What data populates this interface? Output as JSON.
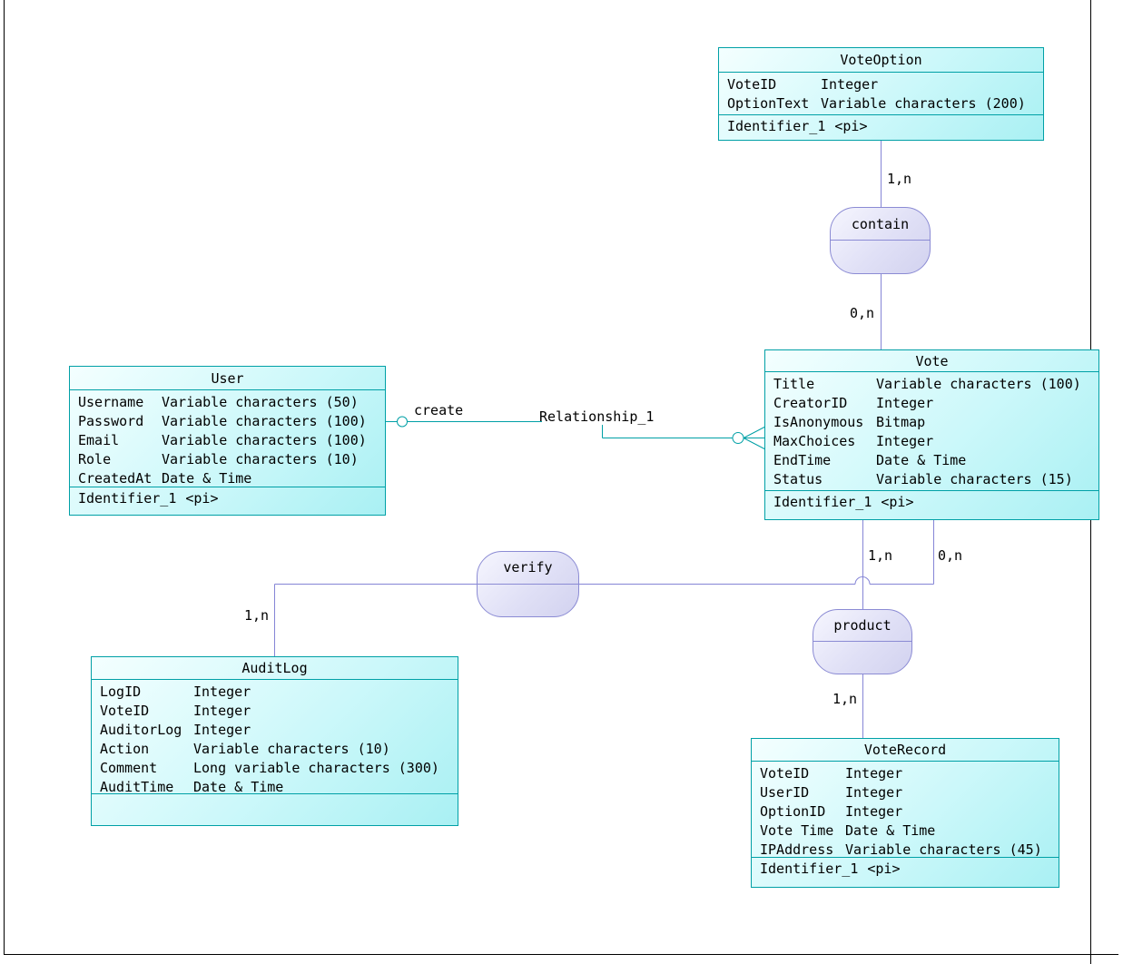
{
  "colors": {
    "entity_border": "#00a0a6",
    "entity_fill_light": "#f4ffff",
    "entity_fill_dark": "#a9f0f3",
    "relationship_border": "#8b8bd4",
    "relationship_fill_light": "#f6f6fe",
    "relationship_fill_dark": "#d2d2ef",
    "purple_line": "#8585d6",
    "teal_line": "#00a0a6",
    "frame_line": "#000000",
    "text": "#000000"
  },
  "entities": {
    "voteoption": {
      "title": "VoteOption",
      "attributes": [
        {
          "name": "VoteID",
          "type": "Integer"
        },
        {
          "name": "OptionText",
          "type": "Variable characters (200)"
        }
      ],
      "identifier": "Identifier_1",
      "identifier_tag": "<pi>"
    },
    "vote": {
      "title": "Vote",
      "attributes": [
        {
          "name": "Title",
          "type": "Variable characters (100)"
        },
        {
          "name": "CreatorID",
          "type": "Integer"
        },
        {
          "name": "IsAnonymous",
          "type": "Bitmap"
        },
        {
          "name": "MaxChoices",
          "type": "Integer"
        },
        {
          "name": "EndTime",
          "type": "Date & Time"
        },
        {
          "name": "Status",
          "type": "Variable characters (15)"
        }
      ],
      "identifier": "Identifier_1",
      "identifier_tag": "<pi>"
    },
    "user": {
      "title": "User",
      "attributes": [
        {
          "name": "Username",
          "type": "Variable characters (50)"
        },
        {
          "name": "Password",
          "type": "Variable characters (100)"
        },
        {
          "name": "Email",
          "type": "Variable characters (100)"
        },
        {
          "name": "Role",
          "type": "Variable characters (10)"
        },
        {
          "name": "CreatedAt",
          "type": "Date & Time"
        }
      ],
      "identifier": "Identifier_1",
      "identifier_tag": "<pi>"
    },
    "auditlog": {
      "title": "AuditLog",
      "attributes": [
        {
          "name": "LogID",
          "type": "Integer"
        },
        {
          "name": "VoteID",
          "type": "Integer"
        },
        {
          "name": "AuditorLog",
          "type": "Integer"
        },
        {
          "name": "Action",
          "type": "Variable characters (10)"
        },
        {
          "name": "Comment",
          "type": "Long variable characters (300)"
        },
        {
          "name": "AuditTime",
          "type": "Date & Time"
        }
      ],
      "identifier": "",
      "identifier_tag": ""
    },
    "voterecord": {
      "title": "VoteRecord",
      "attributes": [
        {
          "name": "VoteID",
          "type": "Integer"
        },
        {
          "name": "UserID",
          "type": "Integer"
        },
        {
          "name": "OptionID",
          "type": "Integer"
        },
        {
          "name": "Vote Time",
          "type": "Date & Time"
        },
        {
          "name": "IPAddress",
          "type": "Variable characters (45)"
        }
      ],
      "identifier": "Identifier_1",
      "identifier_tag": "<pi>"
    }
  },
  "relationships": {
    "contain": {
      "label": "contain",
      "card_voteoption": "1,n",
      "card_vote": "0,n"
    },
    "verify": {
      "label": "verify",
      "card_auditlog": "1,n",
      "card_vote": "0,n"
    },
    "product": {
      "label": "product",
      "card_vote": "1,n",
      "card_voterecord": "1,n"
    },
    "create": {
      "label": "create",
      "secondary_label": "Relationship_1"
    }
  }
}
